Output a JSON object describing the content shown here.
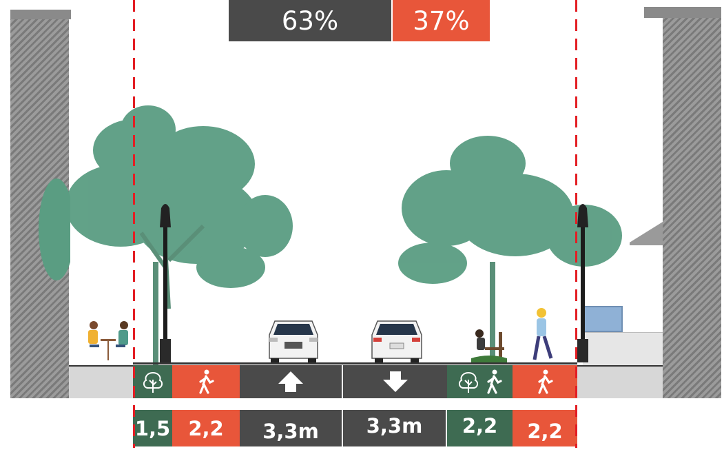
{
  "split": {
    "left_pct": "63%",
    "right_pct": "37%",
    "colors": {
      "traffic": "#4a4a4a",
      "pedestrian": "#e8563a",
      "green": "#3e6b52"
    }
  },
  "profile": {
    "segments": [
      {
        "id": "tree-strip-left",
        "kind": "tree",
        "icons": [
          "tree-icon"
        ],
        "measure": "1,5"
      },
      {
        "id": "sidewalk-left",
        "kind": "pedestrian",
        "icons": [
          "pedestrian-icon"
        ],
        "measure": "2,2"
      },
      {
        "id": "lane-northbound",
        "kind": "traffic",
        "icons": [
          "arrow-up-icon"
        ],
        "measure": "3,3m"
      },
      {
        "id": "lane-southbound",
        "kind": "traffic",
        "icons": [
          "arrow-down-icon"
        ],
        "measure": "3,3m"
      },
      {
        "id": "tree-walk-right",
        "kind": "tree",
        "icons": [
          "tree-icon",
          "pedestrian-icon"
        ],
        "measure": "2,2"
      },
      {
        "id": "sidewalk-right",
        "kind": "pedestrian",
        "icons": [
          "pedestrian-icon"
        ],
        "measure": "2,2"
      }
    ]
  }
}
